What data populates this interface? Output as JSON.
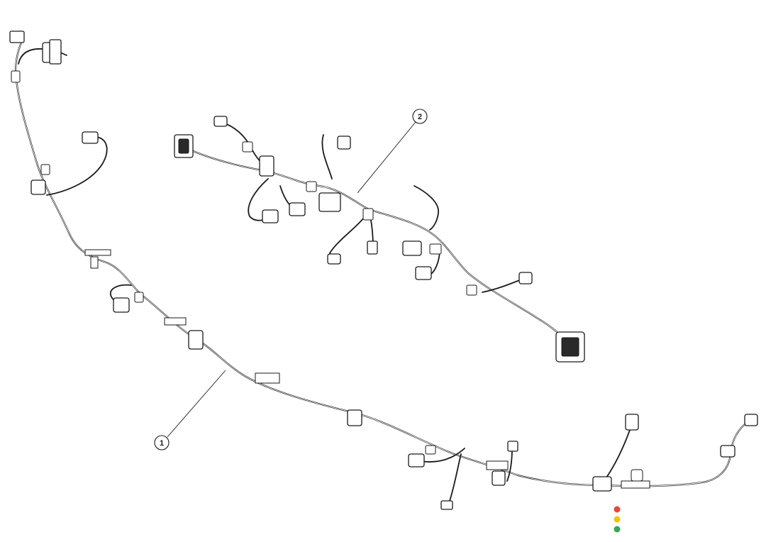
{
  "callouts": [
    {
      "id": "harness-1",
      "label": "1"
    },
    {
      "id": "harness-2",
      "label": "2"
    }
  ],
  "status_indicator": {
    "colors": [
      "#e8473c",
      "#f5c400",
      "#34a853"
    ]
  }
}
